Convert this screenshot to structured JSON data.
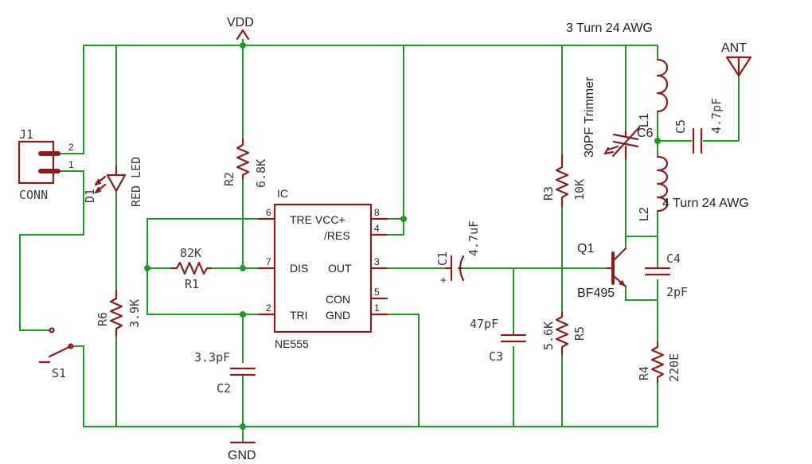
{
  "power": {
    "vdd": "VDD",
    "gnd": "GND",
    "ant": "ANT"
  },
  "ic": {
    "ref": "IC",
    "part": "NE555",
    "pins": {
      "tre_vcc": "TRE VCC+",
      "res": "/RES",
      "dis": "DIS",
      "out": "OUT",
      "tri": "TRI",
      "con": "CON",
      "gnd": "GND"
    },
    "pin_numbers": [
      "6",
      "8",
      "4",
      "7",
      "3",
      "5",
      "2",
      "1"
    ]
  },
  "components": {
    "j1": {
      "ref": "J1",
      "value": "CONN",
      "pin1": "1",
      "pin2": "2"
    },
    "d1": {
      "ref": "D1",
      "value": "RED LED"
    },
    "r1": {
      "ref": "R1",
      "value": "82K"
    },
    "r2": {
      "ref": "R2",
      "value": "6.8K"
    },
    "r3": {
      "ref": "R3",
      "value": "10K"
    },
    "r4": {
      "ref": "R4",
      "value": "220E"
    },
    "r5": {
      "ref": "R5",
      "value": "5.6K"
    },
    "r6": {
      "ref": "R6",
      "value": "3.9K"
    },
    "c1": {
      "ref": "C1",
      "value": "4.7uF",
      "polarity": "+"
    },
    "c2": {
      "ref": "C2",
      "value": "3.3pF"
    },
    "c3": {
      "ref": "C3",
      "value": "47pF"
    },
    "c4": {
      "ref": "C4",
      "value": "2pF"
    },
    "c5": {
      "ref": "C5",
      "value": "4.7pF"
    },
    "c6": {
      "ref": "C6",
      "value": "30PF Trimmer"
    },
    "l1": {
      "ref": "L1",
      "value": "3 Turn 24 AWG"
    },
    "l2": {
      "ref": "L2",
      "value": "4 Turn 24 AWG"
    },
    "q1": {
      "ref": "Q1",
      "value": "BF495"
    },
    "s1": {
      "ref": "S1"
    }
  },
  "colors": {
    "wire": "#1f9a24",
    "component": "#8e1b1b",
    "text": "#222222"
  }
}
